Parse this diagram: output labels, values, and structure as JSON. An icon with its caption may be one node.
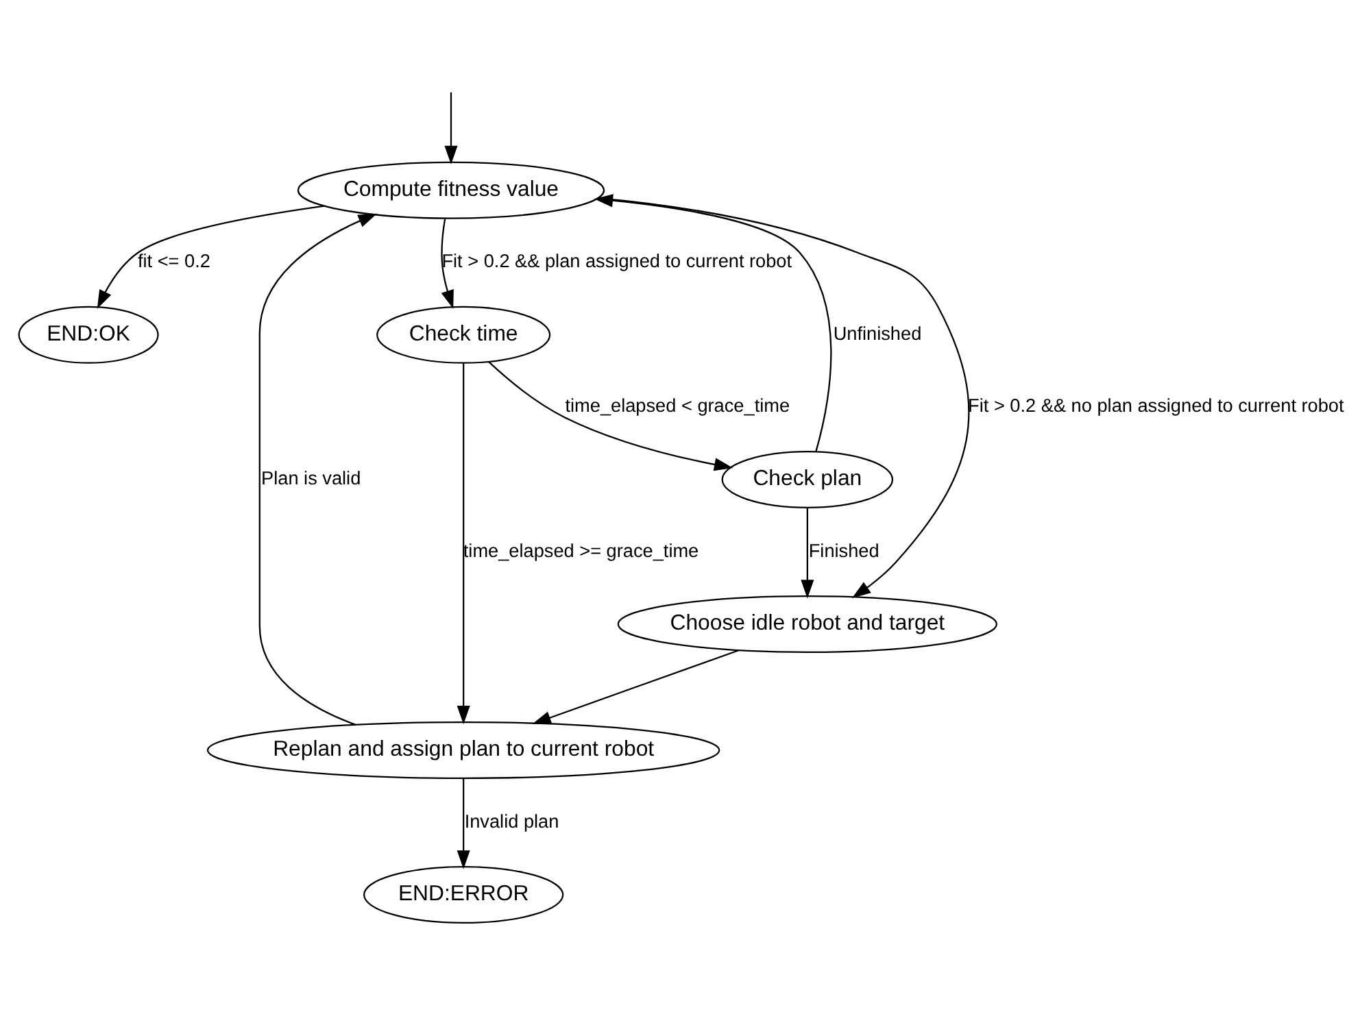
{
  "diagram": {
    "nodes": [
      {
        "text": [
          "Compute fitness value"
        ]
      },
      {
        "text": [
          "END:OK"
        ]
      },
      {
        "text": [
          "Replan and assign plan to current robot"
        ]
      },
      {
        "text": [
          "Check time"
        ]
      },
      {
        "text": [
          "END:ERROR"
        ]
      },
      {
        "text": [
          "Check plan"
        ]
      },
      {
        "text": [
          "Choose idle robot and target"
        ]
      }
    ],
    "edges": [
      {
        "from": null,
        "to": 0,
        "arrow": "to"
      },
      {
        "from": 0,
        "to": 1,
        "arrow": "to",
        "label": "fit <= 0.2"
      },
      {
        "from": 2,
        "to": 0,
        "arrow": "to",
        "label": "Plan is valid"
      },
      {
        "from": 0,
        "to": 3,
        "arrow": "to",
        "label": "Fit > 0.2 && plan assigned to current robot"
      },
      {
        "from": 0,
        "to": 6,
        "arrow": "to",
        "label": "Fit > 0.2 && no plan assigned to current robot"
      },
      {
        "from": 3,
        "to": 2,
        "arrow": "to",
        "label": "time_elapsed >= grace_time"
      },
      {
        "from": 2,
        "to": 4,
        "arrow": "to",
        "label": "Invalid plan"
      },
      {
        "from": 3,
        "to": 5,
        "arrow": "to",
        "label": "time_elapsed < grace_time"
      },
      {
        "from": 5,
        "to": 0,
        "arrow": "to",
        "label": "Unfinished"
      },
      {
        "from": 5,
        "to": 6,
        "arrow": "to",
        "label": "Finished"
      },
      {
        "from": 6,
        "to": 2,
        "arrow": "to"
      }
    ]
  }
}
